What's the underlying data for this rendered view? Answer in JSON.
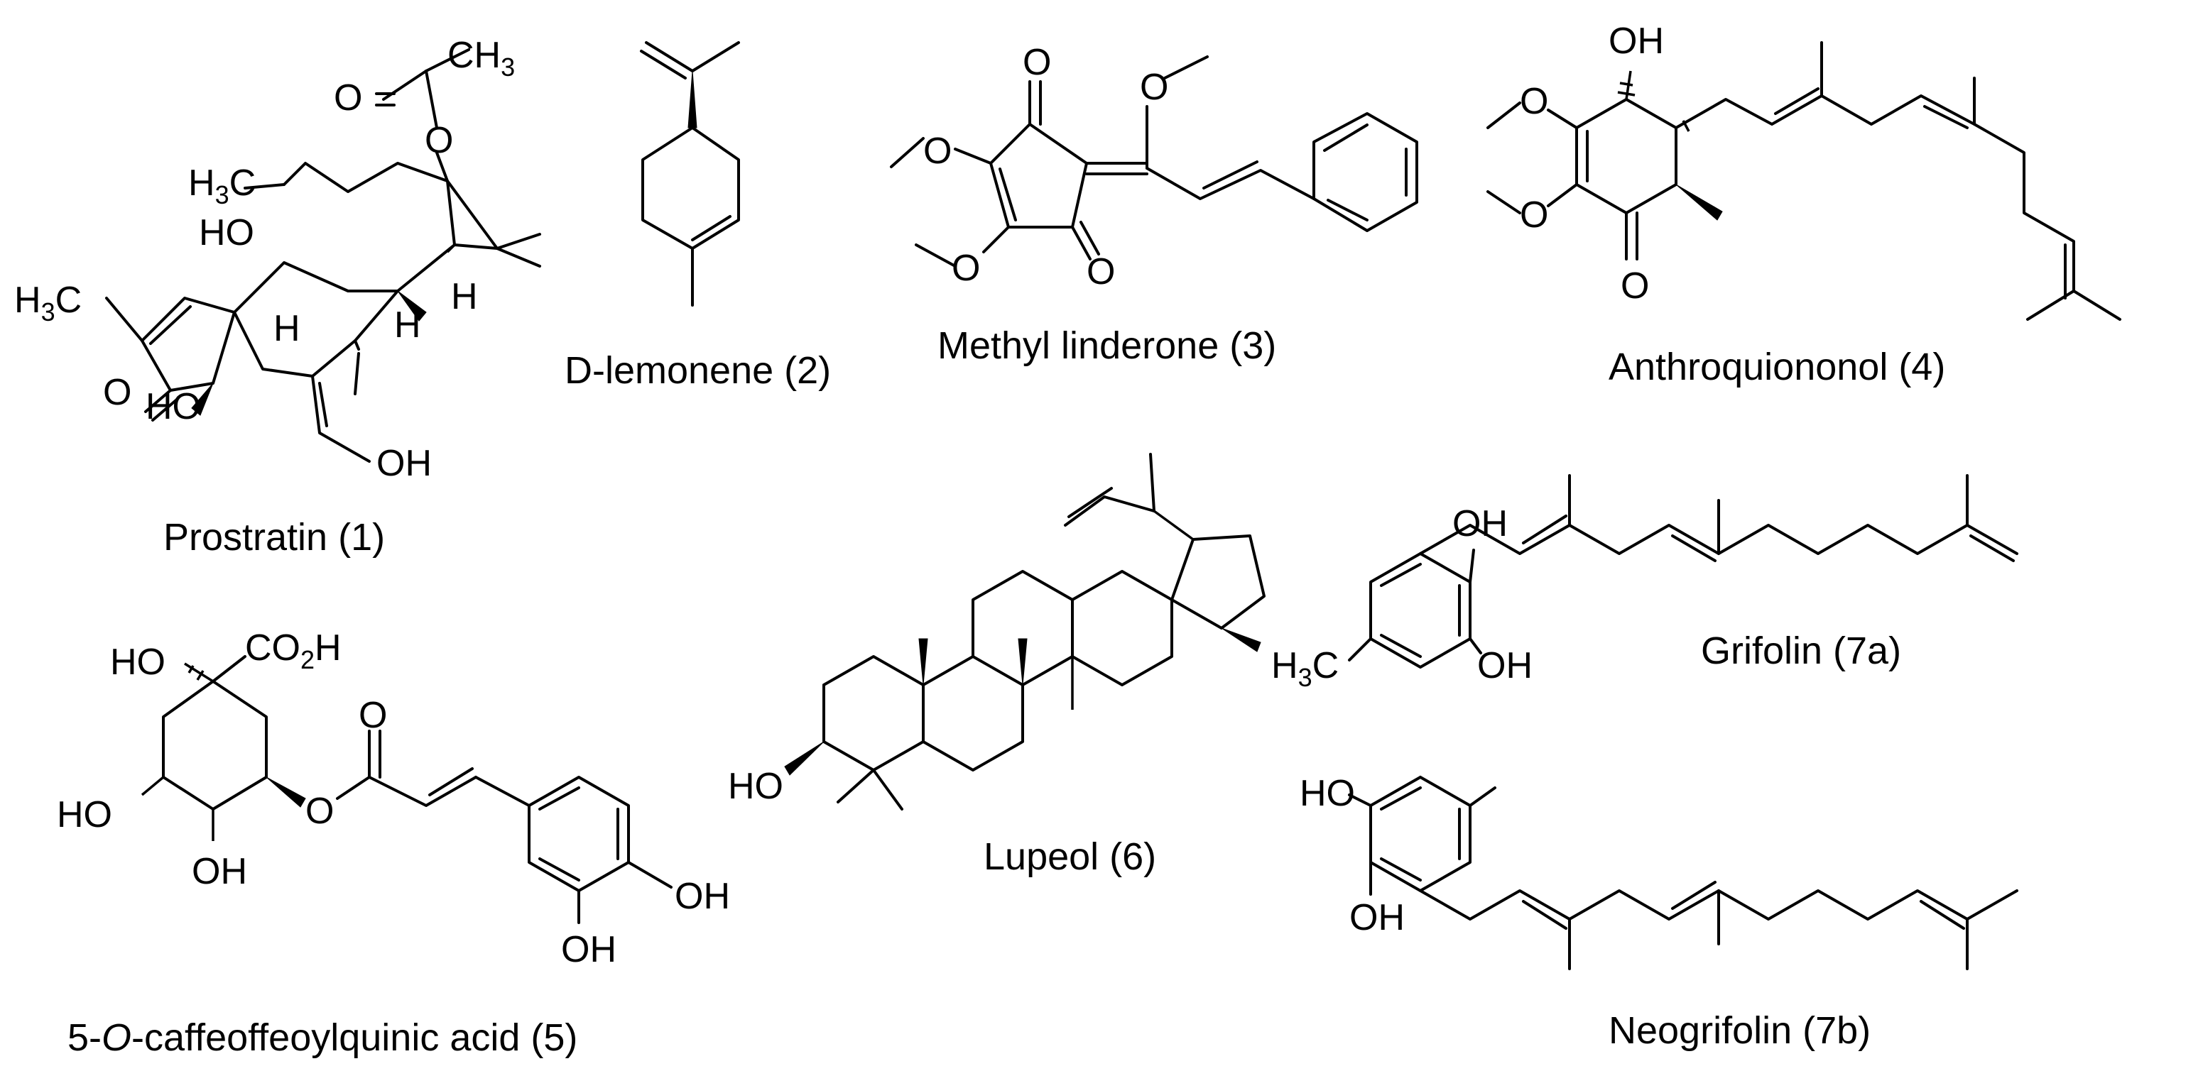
{
  "figure": {
    "compounds": [
      {
        "id": "1",
        "caption": "Prostratin (1)",
        "atoms": {
          "methyl_acetyl": "CH",
          "methyl_acetyl_sub": "3",
          "o_carbonyl": "O",
          "o_ester": "O",
          "h3c_1": "H",
          "h3c_1_sub": "3",
          "h3c_1_c": "C",
          "h3c_2": "H",
          "h3c_2_sub": "3",
          "h3c_2_c": "C",
          "ho_1": "HO",
          "ho_2": "HO",
          "h_1": "H",
          "h_2": "H",
          "h_3": "H",
          "o_ketone": "O",
          "oh_1": "OH"
        }
      },
      {
        "id": "2",
        "caption": "D-lemonene (2)"
      },
      {
        "id": "3",
        "caption": "Methyl linderone (3)",
        "atoms": {
          "o_top": "O",
          "o_bottom": "O",
          "o_me_1": "O",
          "o_me_2": "O",
          "o_me_3": "O"
        }
      },
      {
        "id": "4",
        "caption": "Anthroquiononol (4)",
        "atoms": {
          "oh_top": "OH",
          "o_me_1": "O",
          "o_me_2": "O",
          "o_ketone": "O"
        }
      },
      {
        "id": "5",
        "caption_prefix": "5-",
        "caption_italic": "O",
        "caption_rest": "-caffeoffeoylquinic acid (5)",
        "atoms": {
          "ho_top": "HO",
          "co2h": "CO",
          "co2h_sub": "2",
          "co2h_h": "H",
          "ho_left": "HO",
          "oh_bottom": "OH",
          "o_ester": "O",
          "o_carbonyl": "O",
          "oh_ring_1": "OH",
          "oh_ring_2": "OH"
        }
      },
      {
        "id": "6",
        "caption": "Lupeol (6)",
        "atoms": {
          "ho": "HO"
        }
      },
      {
        "id": "7a",
        "caption": "Grifolin (7a)",
        "atoms": {
          "oh_top": "OH",
          "oh_bottom": "OH",
          "h3c": "H",
          "h3c_sub": "3",
          "h3c_c": "C"
        }
      },
      {
        "id": "7b",
        "caption": "Neogrifolin (7b)",
        "atoms": {
          "ho_top": "HO",
          "oh_bottom": "OH"
        }
      }
    ]
  }
}
